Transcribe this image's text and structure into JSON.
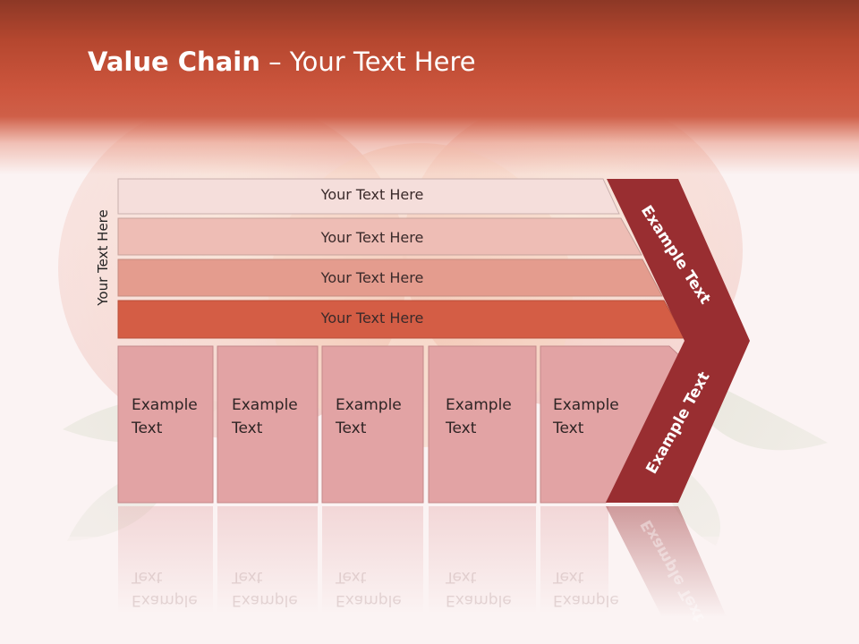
{
  "slide": {
    "title_bold": "Value Chain",
    "title_rest": " – Your Text Here",
    "side_label": "Your Text Here"
  },
  "rows": [
    {
      "label": "Your Text Here",
      "fill": "#f5dedb"
    },
    {
      "label": "Your Text Here",
      "fill": "#eebdb5"
    },
    {
      "label": "Your Text Here",
      "fill": "#e49c8e"
    },
    {
      "label": "Your Text Here",
      "fill": "#d45d45"
    }
  ],
  "cells": [
    {
      "line1": "Example",
      "line2": "Text"
    },
    {
      "line1": "Example",
      "line2": "Text"
    },
    {
      "line1": "Example",
      "line2": "Text"
    },
    {
      "line1": "Example",
      "line2": "Text"
    },
    {
      "line1": "Example",
      "line2": "Text"
    }
  ],
  "chevron": {
    "top_label": "Example Text",
    "bottom_label": "Example Text",
    "fill": "#992e31"
  },
  "colors": {
    "cell_fill": "#e2a3a4",
    "header": "#c9503a"
  }
}
